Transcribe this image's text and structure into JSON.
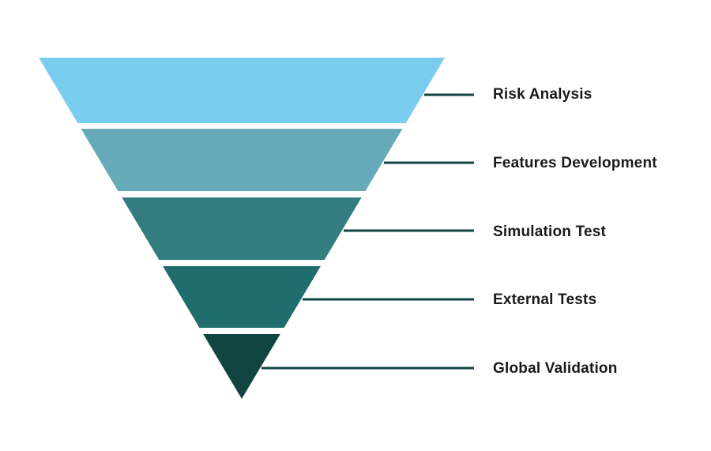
{
  "funnel": {
    "stages": [
      {
        "label": "Risk Analysis",
        "color": "#79CDEF"
      },
      {
        "label": "Features Development",
        "color": "#66A9B8"
      },
      {
        "label": "Simulation Test",
        "color": "#337D80"
      },
      {
        "label": "External Tests",
        "color": "#1F6D6D"
      },
      {
        "label": "Global Validation",
        "color": "#114542"
      }
    ],
    "connector_color": "#114542"
  }
}
